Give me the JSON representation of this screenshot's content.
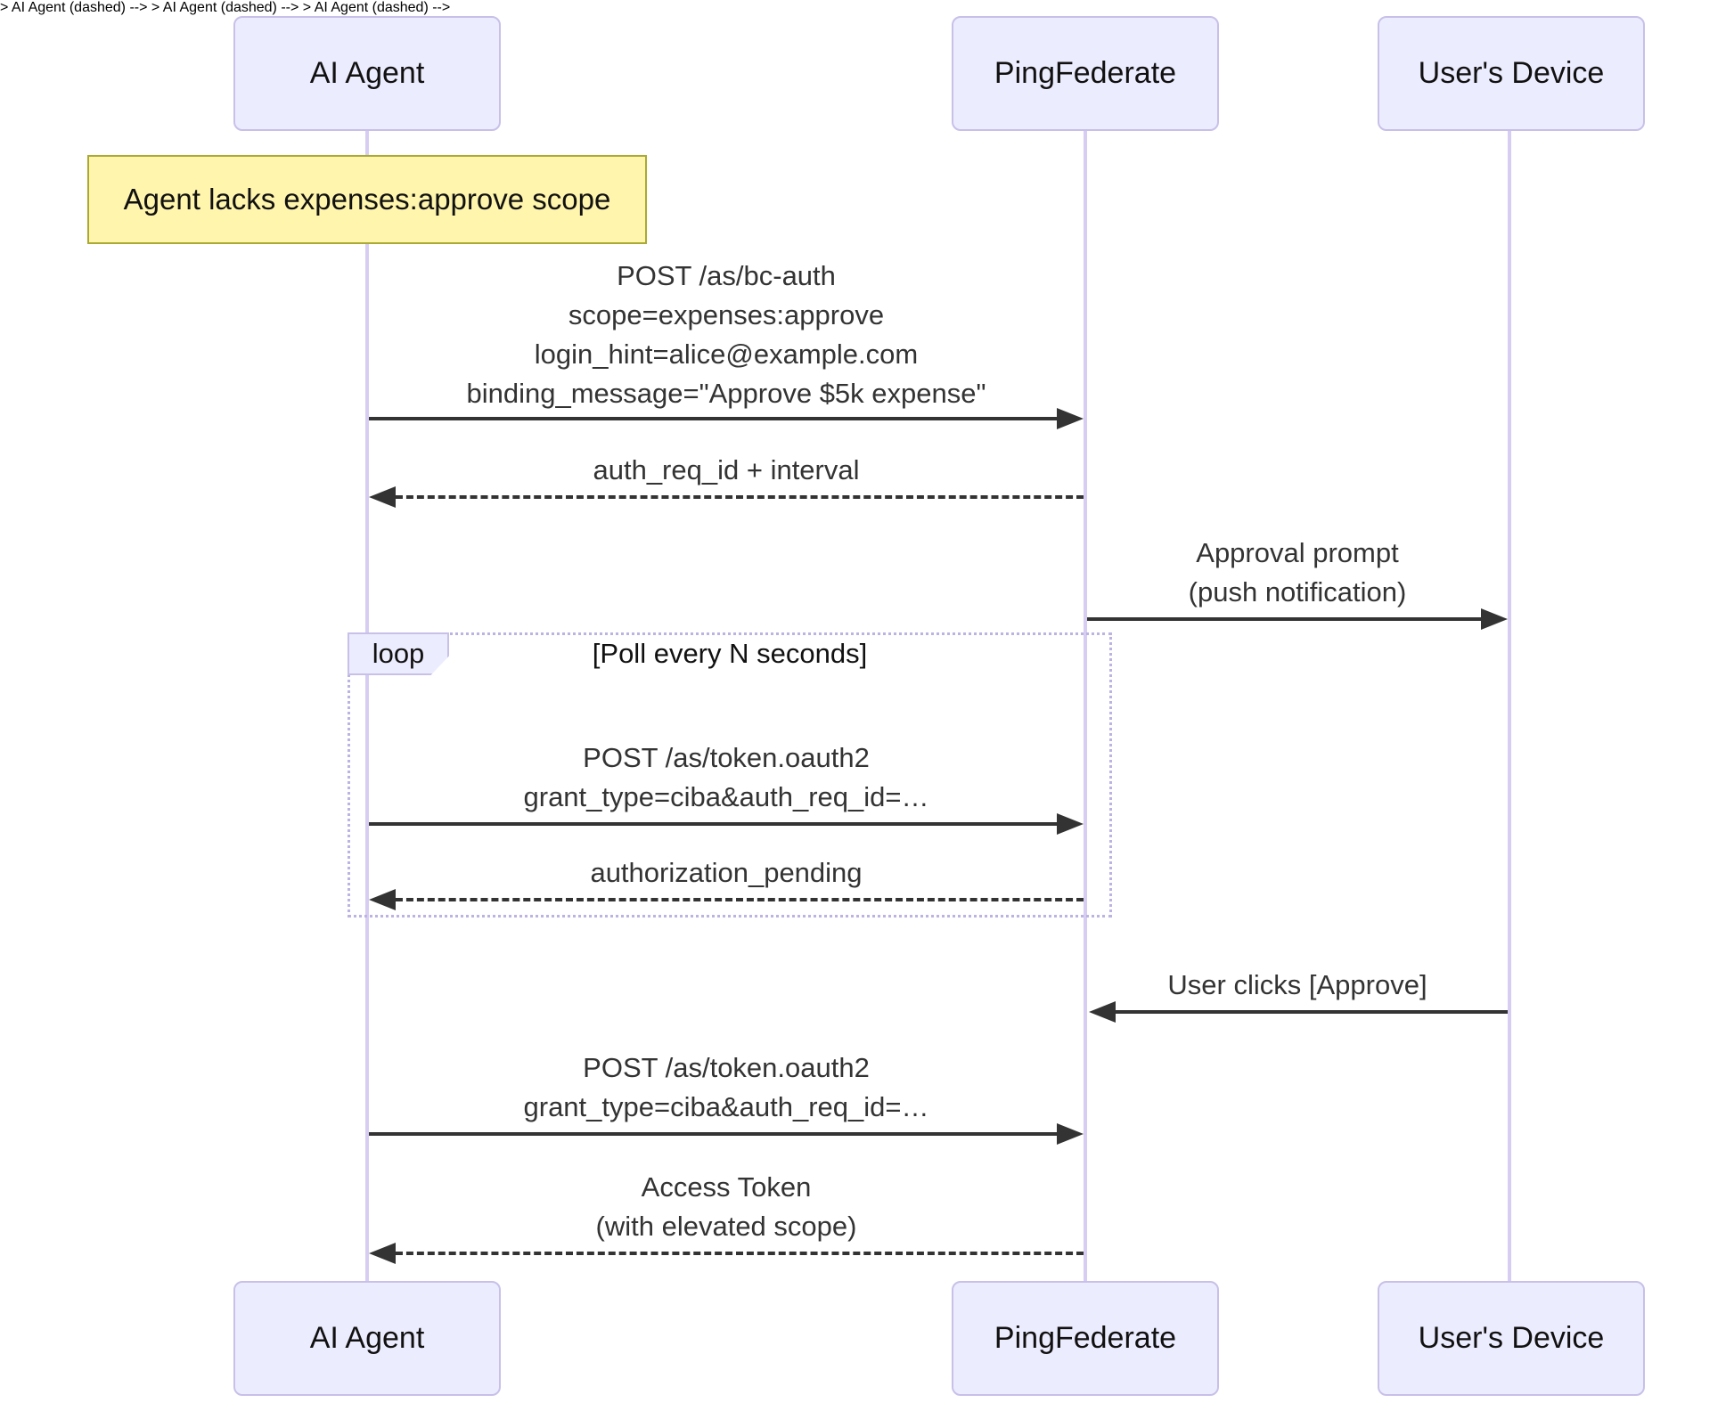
{
  "diagram_type": "sequence-diagram",
  "actors": [
    {
      "id": "ai-agent",
      "label": "AI Agent"
    },
    {
      "id": "pingfederate",
      "label": "PingFederate"
    },
    {
      "id": "users-device",
      "label": "User's Device"
    }
  ],
  "note": {
    "over": "ai-agent",
    "text": "Agent lacks expenses:approve scope"
  },
  "loop": {
    "keyword": "loop",
    "condition": "[Poll every N seconds]"
  },
  "messages": [
    {
      "from": "ai-agent",
      "to": "pingfederate",
      "style": "solid",
      "lines": [
        "POST /as/bc-auth",
        "scope=expenses:approve",
        "login_hint=alice@example.com",
        "binding_message=\"Approve $5k expense\""
      ]
    },
    {
      "from": "pingfederate",
      "to": "ai-agent",
      "style": "dashed",
      "lines": [
        "auth_req_id + interval"
      ]
    },
    {
      "from": "pingfederate",
      "to": "users-device",
      "style": "solid",
      "lines": [
        "Approval prompt",
        "(push notification)"
      ]
    },
    {
      "from": "ai-agent",
      "to": "pingfederate",
      "style": "solid",
      "in_loop": true,
      "lines": [
        "POST /as/token.oauth2",
        "grant_type=ciba&auth_req_id=…"
      ]
    },
    {
      "from": "pingfederate",
      "to": "ai-agent",
      "style": "dashed",
      "in_loop": true,
      "lines": [
        "authorization_pending"
      ]
    },
    {
      "from": "users-device",
      "to": "pingfederate",
      "style": "solid",
      "lines": [
        "User clicks [Approve]"
      ]
    },
    {
      "from": "ai-agent",
      "to": "pingfederate",
      "style": "solid",
      "lines": [
        "POST /as/token.oauth2",
        "grant_type=ciba&auth_req_id=…"
      ]
    },
    {
      "from": "pingfederate",
      "to": "ai-agent",
      "style": "dashed",
      "lines": [
        "Access Token",
        "(with elevated scope)"
      ]
    }
  ],
  "colors": {
    "actor_fill": "#ECECFF",
    "actor_border": "#c8c0e8",
    "lifeline": "#d7cdf2",
    "note_fill": "#fff5ad",
    "note_border": "#aaaa33",
    "loop_border": "#bcb3e2",
    "arrow": "#333333",
    "message_text": "#333333"
  }
}
